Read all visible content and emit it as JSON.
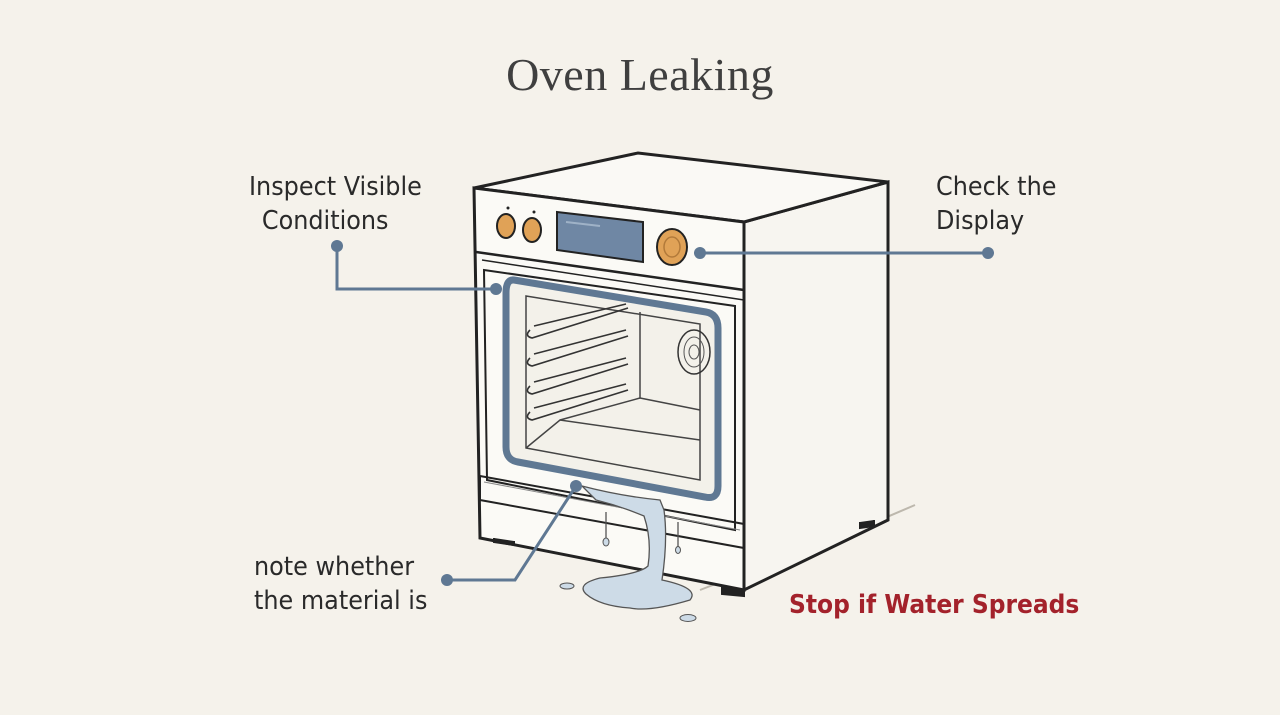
{
  "title": "Oven Leaking",
  "callouts": {
    "inspect": [
      "Inspect Visible",
      "Conditions"
    ],
    "display": [
      "Check the",
      "Display"
    ],
    "material": [
      "note whether",
      "the material is"
    ]
  },
  "warning": "Stop if Water Spreads",
  "colors": {
    "background": "#f5f2eb",
    "line": "#222222",
    "callout": "#5f7893",
    "knob": "#e0a257",
    "display_panel": "#6f87a4",
    "door_seal": "#5f7893",
    "water": "#c9d9e6",
    "warning": "#a3222b"
  },
  "icons": [
    "oven-illustration",
    "water-puddle-icon",
    "control-knob-icon"
  ]
}
